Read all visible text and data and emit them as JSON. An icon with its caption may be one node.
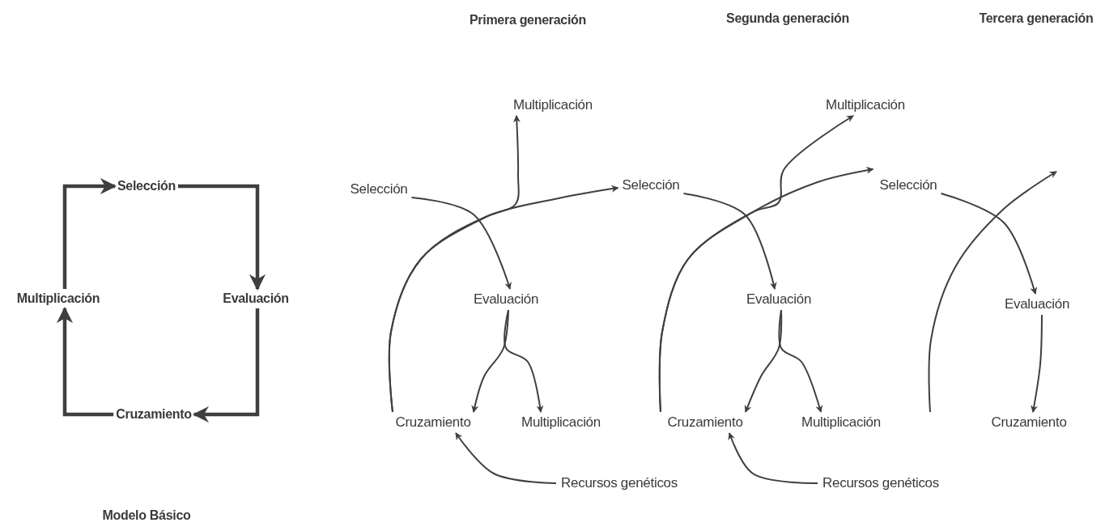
{
  "diagram": {
    "nodes": [
      {
        "text": [
          "Selección"
        ]
      },
      {
        "text": [
          "Evaluación"
        ]
      },
      {
        "text": [
          "Cruzamiento"
        ]
      },
      {
        "text": [
          "Multiplicación"
        ]
      },
      {
        "text": [
          "Selección"
        ]
      },
      {
        "text": [
          "Multiplicación"
        ]
      },
      {
        "text": [
          "Selección"
        ]
      },
      {
        "text": [
          "Evaluación"
        ]
      },
      {
        "text": [
          "Cruzamiento"
        ]
      },
      {
        "text": [
          "Multiplicación"
        ]
      },
      {
        "text": [
          "Recursos genéticos"
        ]
      },
      {
        "text": [
          "Multiplicación"
        ]
      },
      {
        "text": [
          "Selección"
        ]
      },
      {
        "text": [
          "Evaluación"
        ]
      },
      {
        "text": [
          "Cruzamiento"
        ]
      },
      {
        "text": [
          "Multiplicación"
        ]
      },
      {
        "text": [
          "Recursos genéticos"
        ]
      },
      {
        "text": [
          "Evaluación"
        ]
      },
      {
        "text": [
          "Cruzamiento"
        ]
      }
    ],
    "edges": [
      {
        "from": 3,
        "to": 0,
        "arrow": "to",
        "style": "thick"
      },
      {
        "from": 0,
        "to": 1,
        "arrow": "to",
        "style": "thick"
      },
      {
        "from": 1,
        "to": 2,
        "arrow": "to",
        "style": "thick"
      },
      {
        "from": 2,
        "to": 3,
        "arrow": "to",
        "style": "thick"
      },
      {
        "from": 4,
        "to": 7,
        "arrow": "to"
      },
      {
        "from": 8,
        "to": 6,
        "arrow": "to"
      },
      {
        "from": 8,
        "to": 5,
        "arrow": "to"
      },
      {
        "from": 7,
        "to": 8,
        "arrow": "to"
      },
      {
        "from": 7,
        "to": 9,
        "arrow": "to"
      },
      {
        "from": 10,
        "to": 8,
        "arrow": "to"
      },
      {
        "from": 6,
        "to": 13,
        "arrow": "to"
      },
      {
        "from": 14,
        "to": 12,
        "arrow": "to"
      },
      {
        "from": 14,
        "to": 11,
        "arrow": "to"
      },
      {
        "from": 13,
        "to": 14,
        "arrow": "to"
      },
      {
        "from": 13,
        "to": 15,
        "arrow": "to"
      },
      {
        "from": 16,
        "to": 14,
        "arrow": "to"
      },
      {
        "from": 12,
        "to": 17,
        "arrow": "to"
      },
      {
        "from": 17,
        "to": 18,
        "arrow": "to"
      },
      {
        "from": 18,
        "to": null,
        "arrow": "to"
      }
    ],
    "labels": [
      "Primera generación",
      "Segunda generación",
      "Tercera generación",
      "Modelo Básico"
    ]
  }
}
